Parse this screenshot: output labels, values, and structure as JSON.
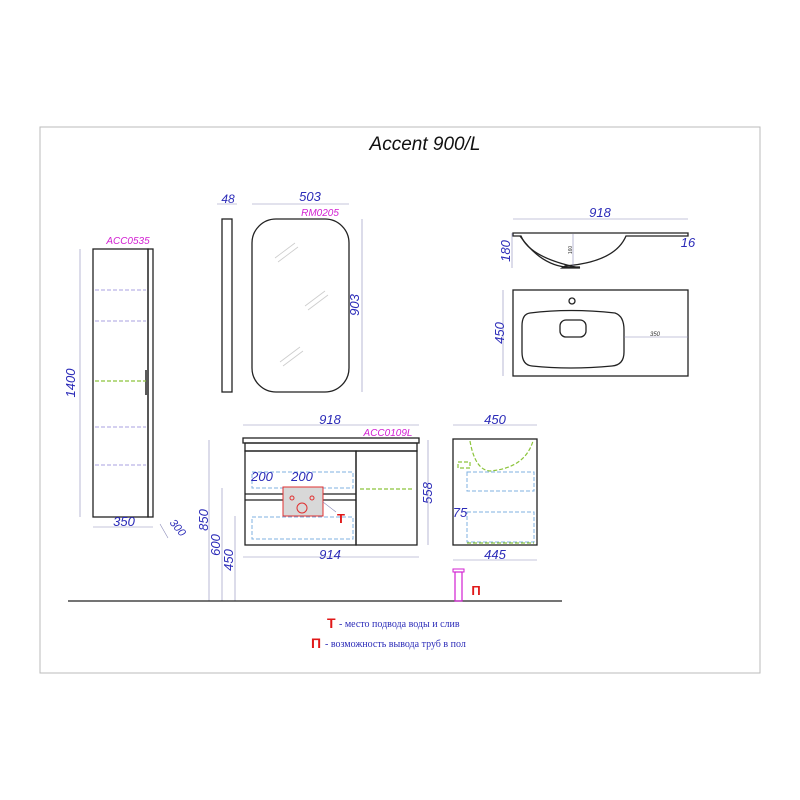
{
  "title": "Accent 900/L",
  "pencil_case": {
    "code": "ACC0535",
    "height": "1400",
    "width": "350",
    "depth": "300"
  },
  "mirror": {
    "code": "RM0205",
    "depth": "48",
    "width": "503",
    "height": "903"
  },
  "sink": {
    "width": "918",
    "height": "180",
    "thickness": "16",
    "bowl_depth": "160",
    "depth": "450",
    "offset": "350"
  },
  "vanity": {
    "code": "ACC0109L",
    "top_width": "918",
    "body_width": "914",
    "height": "558",
    "top_height": "850",
    "pipe_height_600": "600",
    "pipe_height_450": "450",
    "pipe_offset_1": "200",
    "pipe_offset_2": "200",
    "side_depth_top": "450",
    "side_depth_bottom": "445",
    "side_inner": "75"
  },
  "legend": [
    {
      "marker": "Т",
      "text": "- место подвода воды и слив"
    },
    {
      "marker": "П",
      "text": "- возможность вывода труб в пол"
    }
  ],
  "colors": {
    "dimension": "#2b2bb8",
    "code": "#d21fd2",
    "marker": "#e01818"
  }
}
